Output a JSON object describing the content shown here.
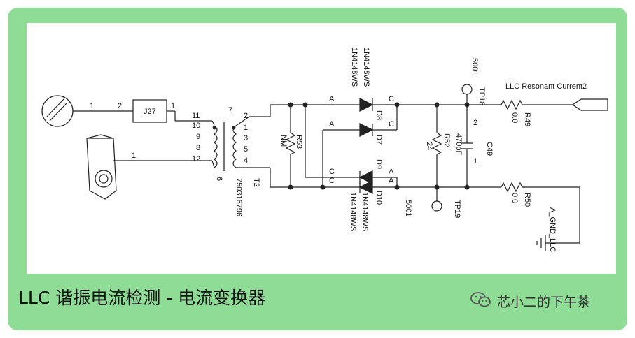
{
  "caption": "LLC 谐振电流检测 - 电流变换器",
  "brand": {
    "text": "芯小二的下午茶",
    "icon": "wechat-icon"
  },
  "schematic": {
    "pin1": "1",
    "pin2": "2",
    "j27": "J27",
    "j27_pin1": "1",
    "coax_pin1": "1",
    "t2_pins_left": [
      "11",
      "10",
      "9",
      "8",
      "12"
    ],
    "t2_pins_right": [
      "7",
      "2",
      "1",
      "3",
      "5",
      "4"
    ],
    "t2_pin_bottom": "6",
    "t2_ref": "T2",
    "t2_part": "750316796",
    "r53": "R53",
    "r53_val": "NM",
    "d_top_part": "1N4148WS",
    "d_top_part2": "1N4148WS",
    "d_bot_part": "1N4148WS",
    "d_bot_part2": "1N4148WS",
    "d8": "D8",
    "d7": "D7",
    "d9": "D9",
    "d10": "D10",
    "a": "A",
    "c": "C",
    "r52": "R52",
    "r52_val": "24",
    "c49": "C49",
    "c49_val": "470pF",
    "c49_pin2": "2",
    "c49_pin1": "1",
    "tp18": "TP18",
    "tp18_net": "5001",
    "tp19": "TP19",
    "tp19_net": "5001",
    "net_label": "LLC Resonant Current2",
    "r49": "R49",
    "r49_val": "0.0",
    "r50": "R50",
    "r50_val": "0.0",
    "gnd": "A_GND_LLC"
  }
}
